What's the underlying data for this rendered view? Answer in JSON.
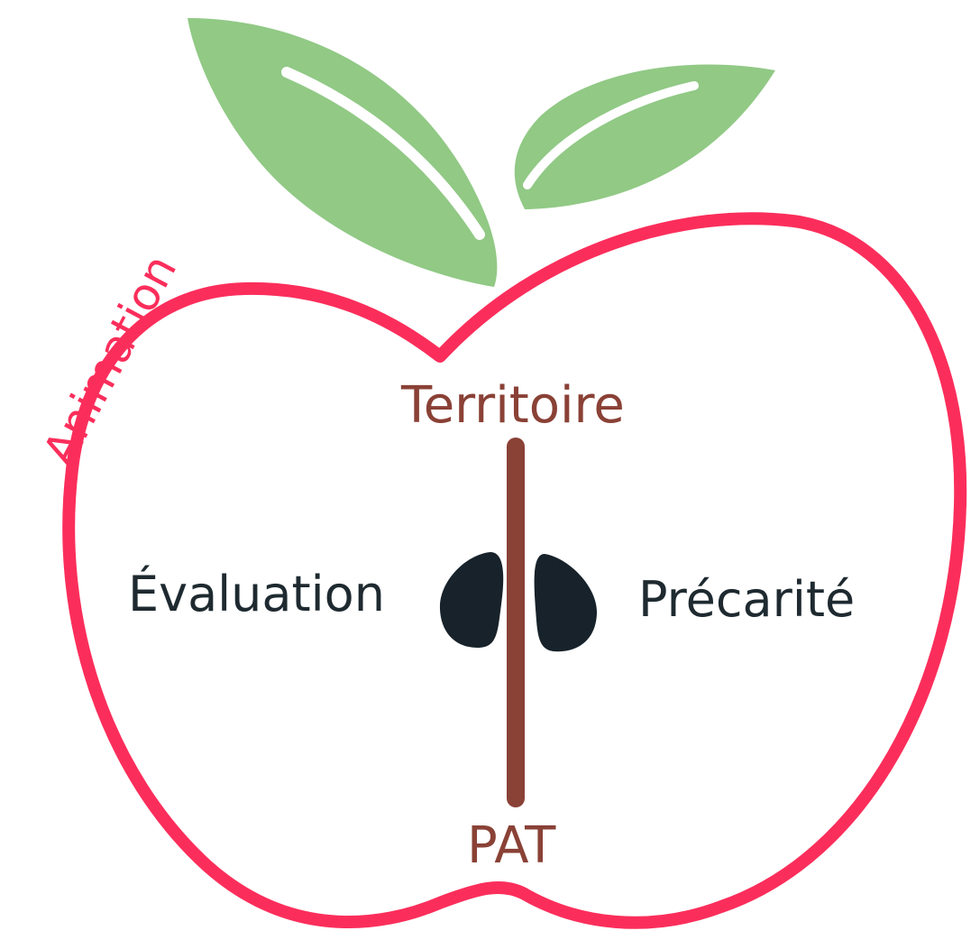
{
  "diagram": {
    "labels": {
      "top": "Territoire",
      "bottom": "PAT",
      "left": "Évaluation",
      "right": "Précarité",
      "outline": "Animation"
    },
    "colors": {
      "apple_outline": "#fb2e5b",
      "leaf": "#91c985",
      "leaf_vein": "#ffffff",
      "core_line": "#8a4136",
      "seeds": "#17222a",
      "dark_text": "#1e2a30",
      "brown_text": "#8a4136"
    }
  }
}
